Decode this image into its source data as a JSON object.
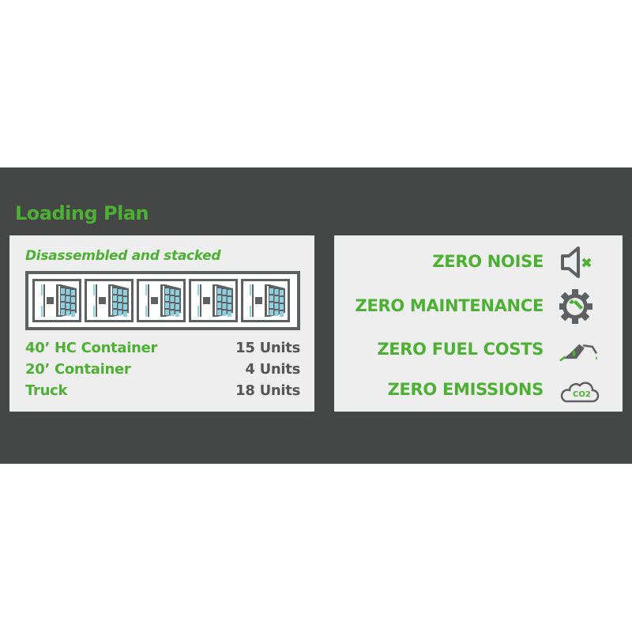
{
  "title": "Loading Plan",
  "loading": {
    "subtitle": "Disassembled and stacked",
    "unit_count": 5,
    "rows": [
      {
        "label": "40’ HC Container",
        "value": "15 Units"
      },
      {
        "label": "20’ Container",
        "value": "4 Units"
      },
      {
        "label": "Truck",
        "value": "18 Units"
      }
    ]
  },
  "features": [
    {
      "label": "ZERO NOISE",
      "icon": "speaker-muted-icon"
    },
    {
      "label": "ZERO MAINTENANCE",
      "icon": "gear-wrench-icon"
    },
    {
      "label": "ZERO FUEL COSTS",
      "icon": "fuel-nozzle-icon"
    },
    {
      "label": "ZERO EMISSIONS",
      "icon": "co2-cloud-icon"
    }
  ],
  "co2_text": "CO2",
  "colors": {
    "green": "#4db034",
    "dark": "#454746",
    "gray": "#5f6062",
    "blue": "#8fd0e0"
  }
}
